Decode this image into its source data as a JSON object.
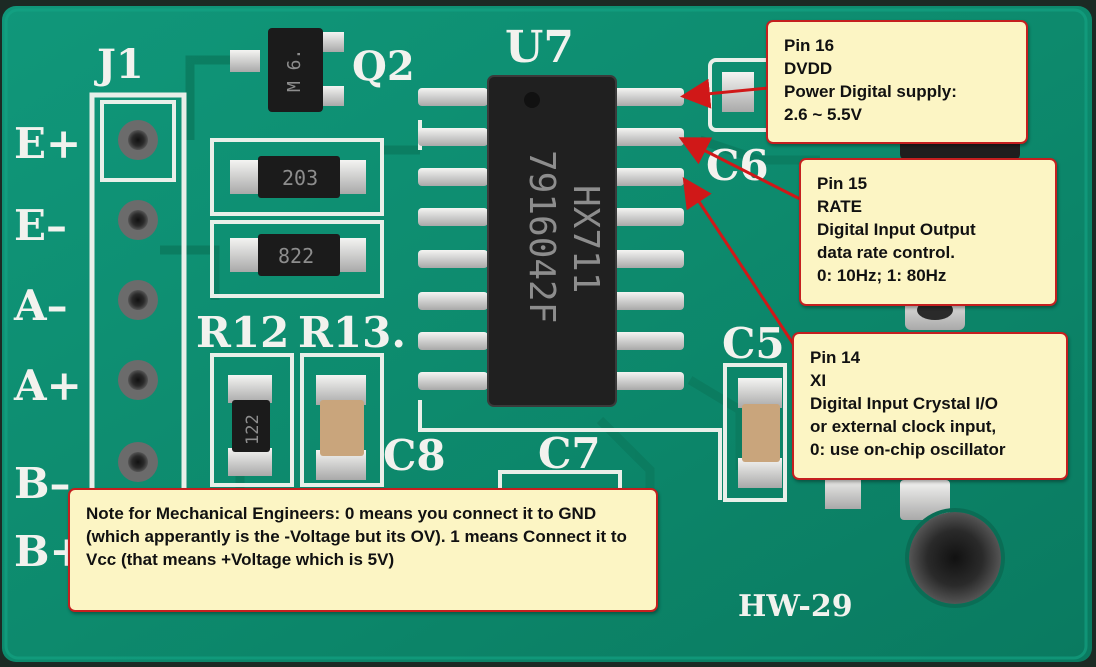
{
  "board": {
    "silkscreen": {
      "connector": "J1",
      "transistor": "Q2",
      "chip_ref": "U7",
      "pin_labels": [
        "E+",
        "E–",
        "A–",
        "A+",
        "B–",
        "B+"
      ],
      "r12": "R12",
      "r13": "R13.",
      "c5": "C5",
      "c6": "C6",
      "c7": "C7",
      "c8": "C8",
      "model": "HW-29"
    },
    "chip": {
      "line1": "HX711",
      "line2": "7916042F"
    },
    "resistors": {
      "r203": "203",
      "r822": "822",
      "r122": "122"
    },
    "transistor_marking": "M 6."
  },
  "callouts": {
    "pin16": [
      "Pin 16",
      "DVDD",
      "Power Digital supply:",
      "2.6 ~ 5.5V"
    ],
    "pin15": [
      "Pin 15",
      "RATE",
      "Digital Input Output",
      "data rate control.",
      "0: 10Hz; 1: 80Hz"
    ],
    "pin14": [
      "Pin 14",
      "XI",
      "Digital Input Crystal I/O",
      "or external clock input,",
      "0: use on-chip oscillator"
    ],
    "note": "Note for Mechanical Engineers:  0 means you connect it to GND (which apperantly is the -Voltage but its OV). 1 means Connect it to Vcc (that means +Voltage which is 5V)"
  },
  "colors": {
    "pcb": "#0f8f72",
    "callout_bg": "#fcf5c4",
    "callout_border": "#c41f1f",
    "arrow": "#d01818"
  }
}
